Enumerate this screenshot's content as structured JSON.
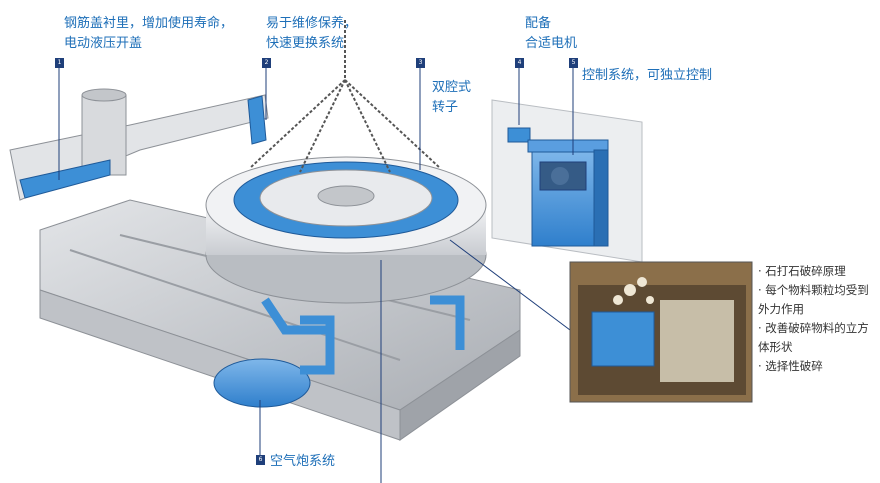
{
  "callouts": [
    {
      "badge": "1",
      "lines": [
        "钢筋盖衬里，增加使用寿命，",
        "电动液压开盖"
      ]
    },
    {
      "badge": "2",
      "lines": [
        "易于维修保养，",
        "快速更换系统"
      ]
    },
    {
      "badge": "3",
      "lines": [
        "双腔式",
        "转子"
      ]
    },
    {
      "badge": "4",
      "lines": [
        "配备",
        "合适电机"
      ]
    },
    {
      "badge": "5",
      "lines": [
        "控制系统，可独立控制"
      ]
    },
    {
      "badge": "6",
      "lines": [
        "空气炮系统"
      ]
    }
  ],
  "features": [
    "· 石打石破碎原理",
    "· 每个物料颗粒均受到",
    "外力作用",
    "· 改善破碎物料的立方",
    "体形状",
    "· 选择性破碎"
  ],
  "colors": {
    "accent_blue": "#3d8fd6",
    "label_blue": "#1e6fb8",
    "badge_navy": "#1f3f7a",
    "frame_grey": "#c9ccd1"
  }
}
